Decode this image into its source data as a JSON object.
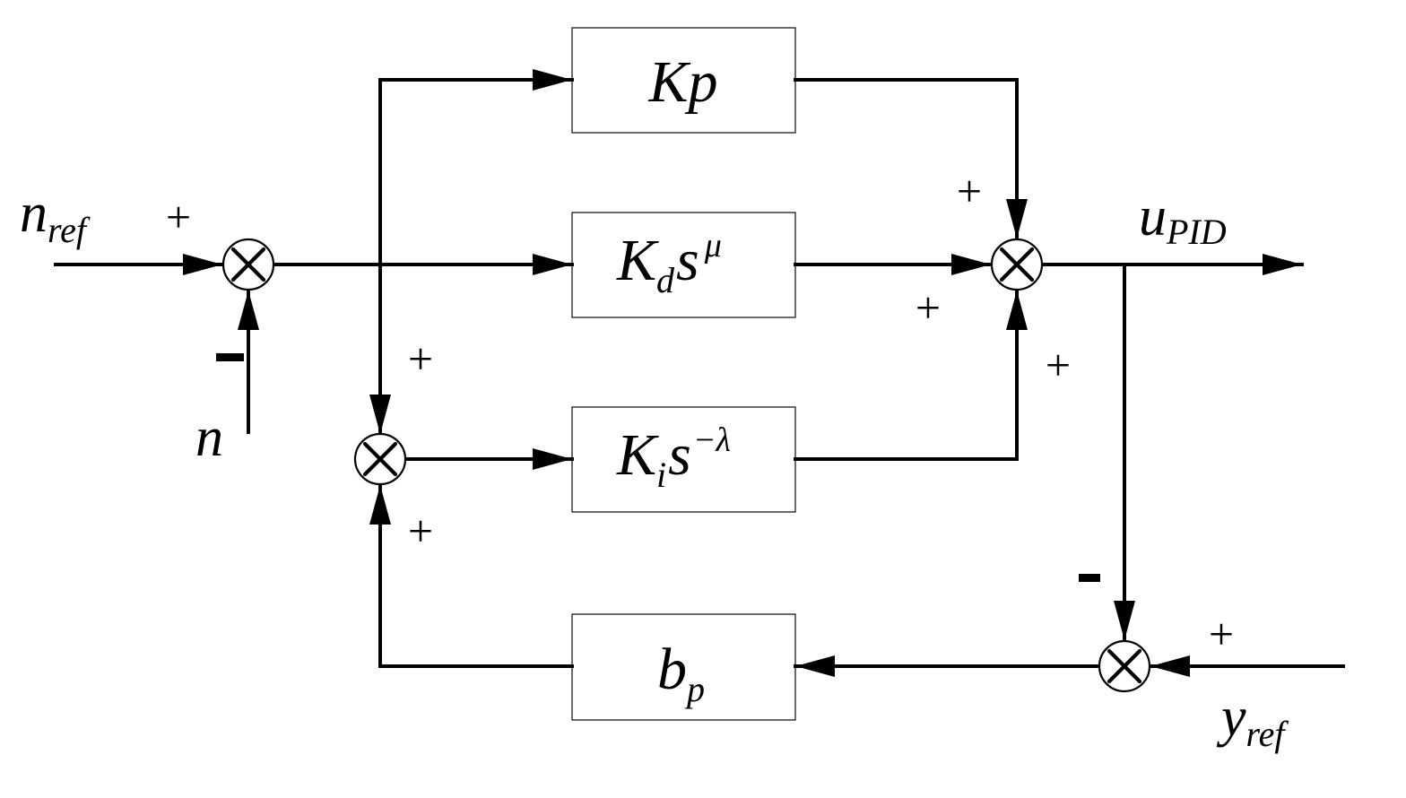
{
  "blocks": {
    "kp": {
      "main": "Kp"
    },
    "kd": {
      "base": "K",
      "sub": "d",
      "s": "s",
      "sup": "μ"
    },
    "ki": {
      "base": "K",
      "sub": "i",
      "s": "s",
      "sup": "−λ"
    },
    "bp": {
      "base": "b",
      "sub": "p"
    }
  },
  "signals": {
    "n_ref": {
      "main": "n",
      "sub": "ref"
    },
    "n": {
      "main": "n"
    },
    "u_pid": {
      "main": "u",
      "sub": "PID"
    },
    "y_ref": {
      "main": "y",
      "sub": "ref"
    }
  },
  "signs": {
    "sum1_ref": "+",
    "sum2_top": "+",
    "sum2_bottom": "+",
    "sum3_top": "+",
    "sum3_left": "+",
    "sum3_bottom": "+",
    "sum4_right": "+"
  }
}
